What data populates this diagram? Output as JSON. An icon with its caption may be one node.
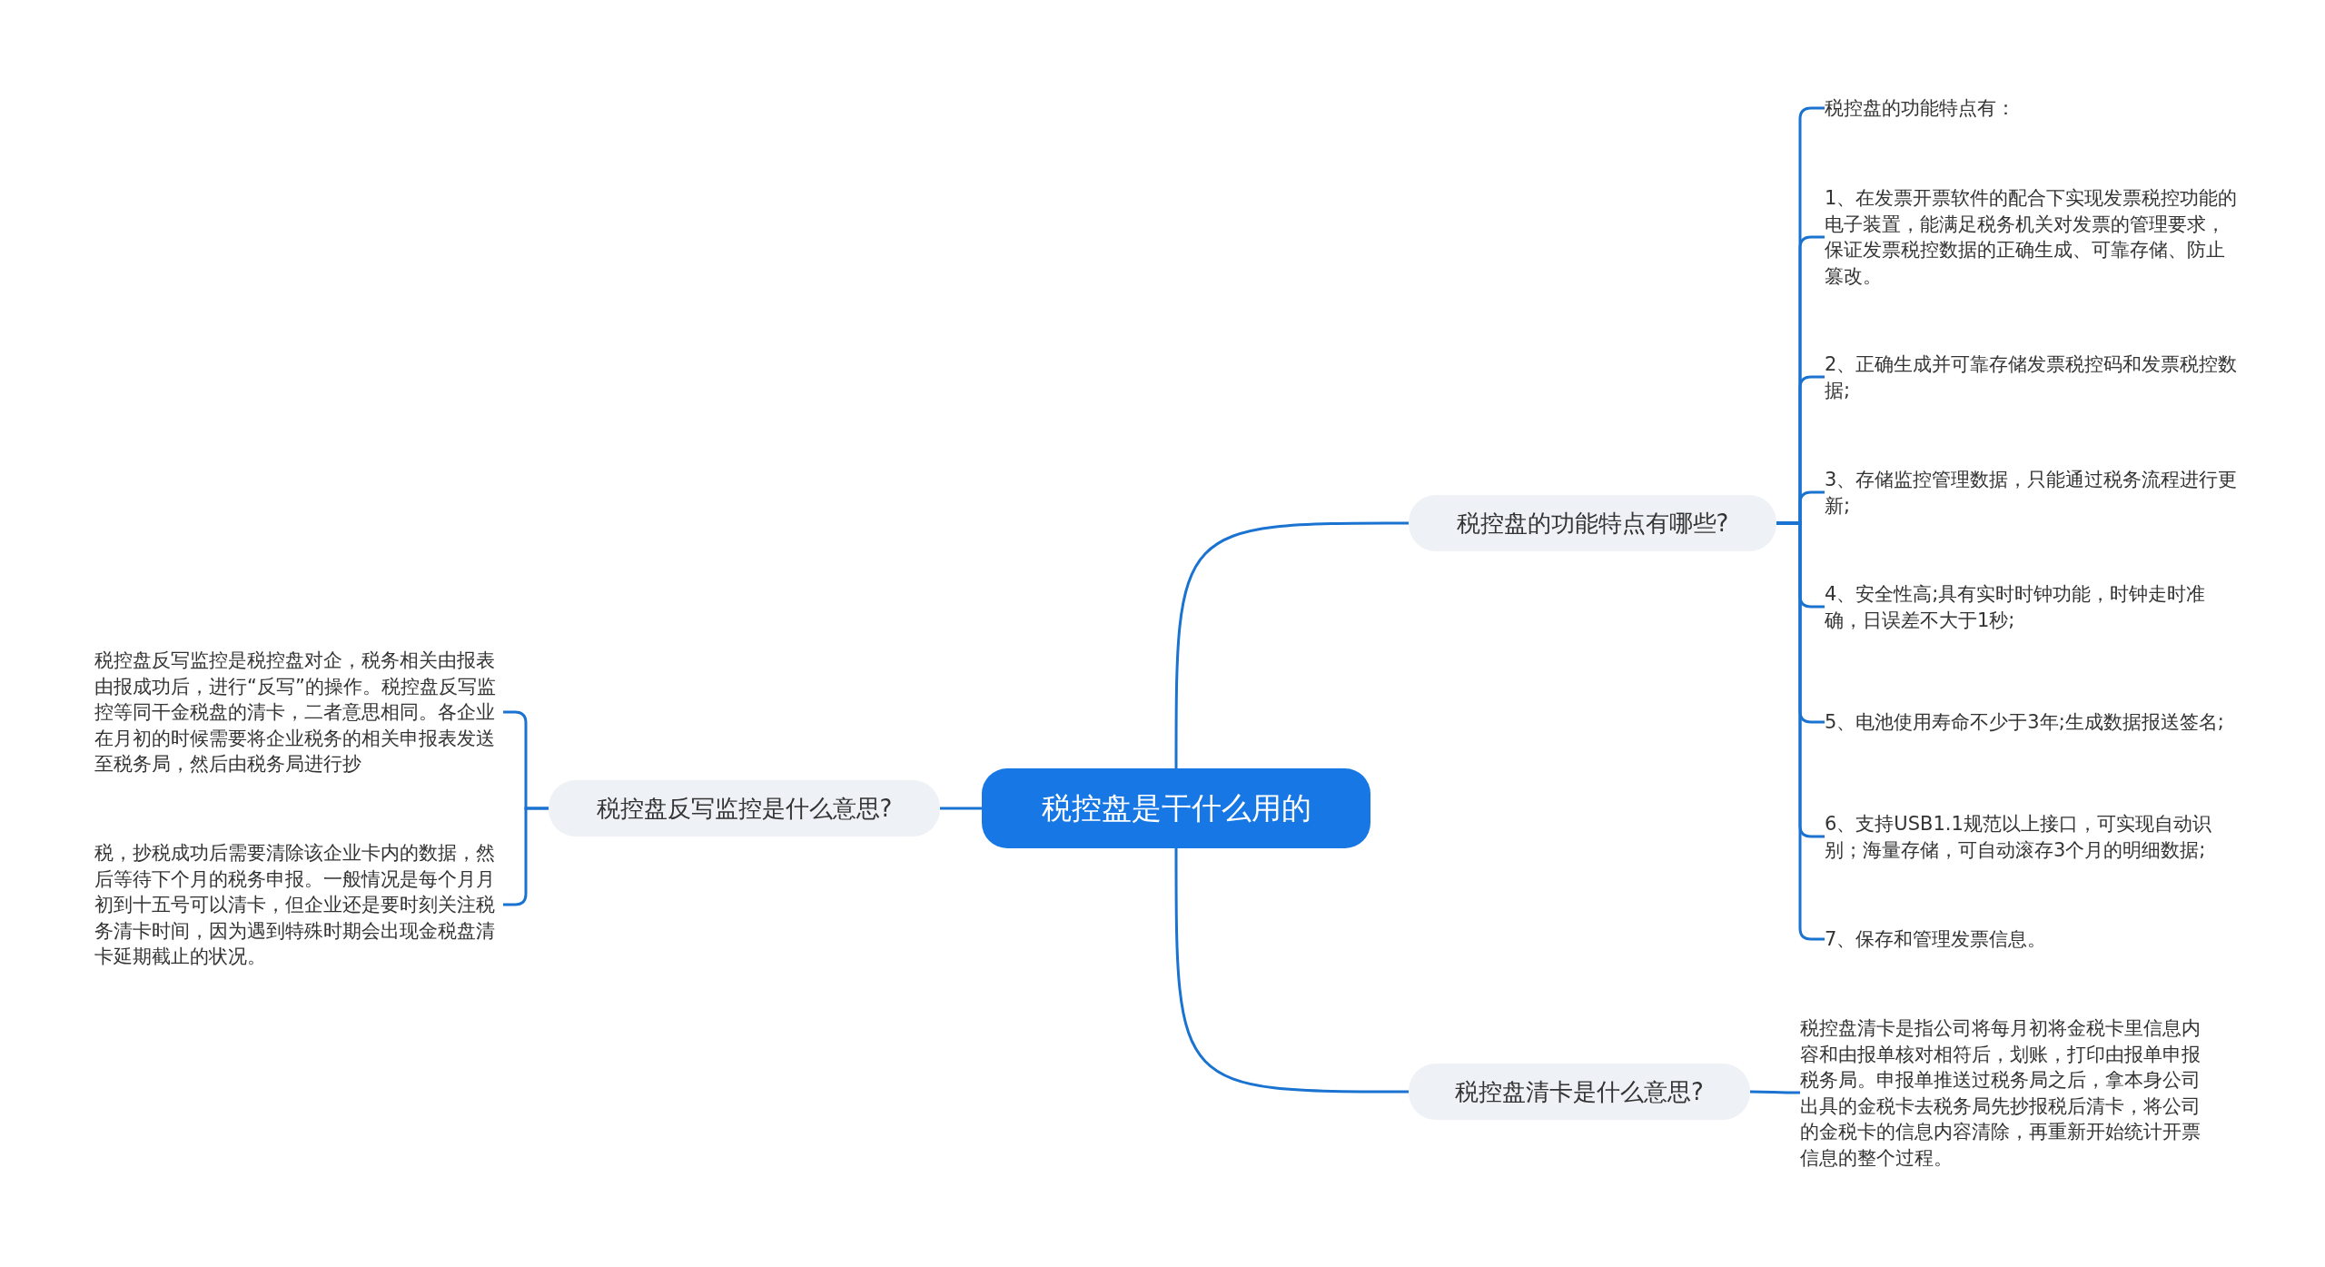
{
  "diagram": {
    "nodes": [
      {
        "text": [
          "税控盘是干什么用的"
        ]
      },
      {
        "text": [
          "税控盘的功能特点有哪些?"
        ]
      },
      {
        "text": [
          "税控盘的功能特点有："
        ]
      },
      {
        "text": [
          "1、在发票开票软件的配合下实现发票税控功能的电子装置，能满足税务机关对发票的管理要求，保证发票税控数据的正确生成、可靠存储、防止篡改。"
        ]
      },
      {
        "text": [
          "2、正确生成并可靠存储发票税控码和发票税控数据;"
        ]
      },
      {
        "text": [
          "3、存储监控管理数据，只能通过税务流程进行更新;"
        ]
      },
      {
        "text": [
          "4、安全性高;具有实时时钟功能，时钟走时准确，日误差不大于1秒;"
        ]
      },
      {
        "text": [
          "5、电池使用寿命不少于3年;生成数据报送签名;"
        ]
      },
      {
        "text": [
          "6、支持USB1.1规范以上接口，可实现自动识别；海量存储，可自动滚存3个月的明细数据;"
        ]
      },
      {
        "text": [
          "7、保存和管理发票信息。"
        ]
      },
      {
        "text": [
          "税控盘清卡是什么意思?"
        ]
      },
      {
        "text": [
          "税控盘清卡是指公司将每月初将金税卡里信息内容和由报单核对相符后，划账，打印由报单申报税务局。申报单推送过税务局之后，拿本身公司出具的金税卡去税务局先抄报税后清卡，将公司的金税卡的信息内容清除，再重新开始统计开票信息的整个过程。"
        ]
      },
      {
        "text": [
          "税控盘反写监控是什么意思?"
        ]
      },
      {
        "text": [
          "税控盘反写监控是税控盘对企，税务相关由报表由报成功后，进行“反写”的操作。税控盘反写监控等同干金税盘的清卡，二者意思相同。各企业在月初的时候需要将企业税务的相关申报表发送至税务局，然后由税务局进行抄"
        ]
      },
      {
        "text": [
          "税，抄税成功后需要清除该企业卡内的数据，然后等待下个月的税务申报。一般情况是每个月月初到十五号可以清卡，但企业还是要时刻关注税务清卡时间，因为遇到特殊时期会出现金税盘清卡延期截止的状况。"
        ]
      }
    ],
    "edges": [
      {
        "from": 0,
        "to": 1,
        "arrow": "none"
      },
      {
        "from": 1,
        "to": 2,
        "arrow": "none"
      },
      {
        "from": 1,
        "to": 3,
        "arrow": "none"
      },
      {
        "from": 1,
        "to": 4,
        "arrow": "none"
      },
      {
        "from": 1,
        "to": 5,
        "arrow": "none"
      },
      {
        "from": 1,
        "to": 6,
        "arrow": "none"
      },
      {
        "from": 1,
        "to": 7,
        "arrow": "none"
      },
      {
        "from": 1,
        "to": 8,
        "arrow": "none"
      },
      {
        "from": 1,
        "to": 9,
        "arrow": "none"
      },
      {
        "from": 0,
        "to": 10,
        "arrow": "none"
      },
      {
        "from": 10,
        "to": 11,
        "arrow": "none"
      },
      {
        "from": 0,
        "to": 12,
        "arrow": "none"
      },
      {
        "from": 12,
        "to": 13,
        "arrow": "none"
      },
      {
        "from": 12,
        "to": 14,
        "arrow": "none"
      }
    ]
  }
}
